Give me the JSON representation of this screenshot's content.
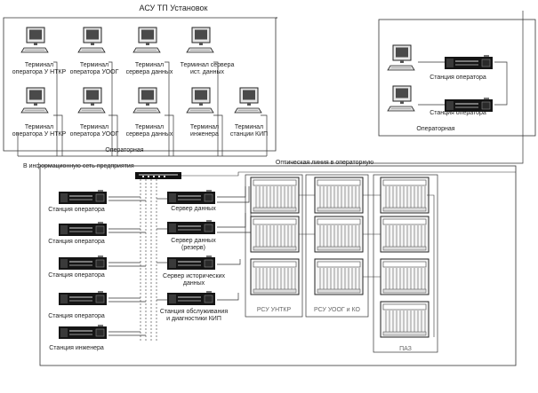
{
  "title": "АСУ ТП Установок",
  "terminals": [
    {
      "line1": "Терминал",
      "line2": "оператора У НТКР"
    },
    {
      "line1": "Терминал",
      "line2": "оператора УООГ"
    },
    {
      "line1": "Терминал",
      "line2": "сервера данных"
    },
    {
      "line1": "Терминал сервера",
      "line2": "ист. данных"
    },
    {
      "line1": "Терминал",
      "line2": "оператора У НТКР"
    },
    {
      "line1": "Терминал",
      "line2": "оператора УООГ"
    },
    {
      "line1": "Терминал",
      "line2": "сервера данных"
    },
    {
      "line1": "Терминал",
      "line2": "инженера"
    },
    {
      "line1": "Терминал",
      "line2": "станции КИП"
    }
  ],
  "operator_room_top": "Операторная",
  "remote_stations": [
    {
      "label": "Станция оператора"
    },
    {
      "label": "Станция оператора"
    }
  ],
  "remote_room": "Операторная",
  "network_label": "В информационную сеть предприятия",
  "optic_label": "Оптическая линия в операторную",
  "left_stations": [
    "Станция оператора",
    "Станция оператора",
    "Станция оператора",
    "Станция оператора",
    "Станция инженера"
  ],
  "servers": [
    {
      "line1": "Сервер данных",
      "line2": ""
    },
    {
      "line1": "Сервер данных",
      "line2": "(резерв)"
    },
    {
      "line1": "Сервер исторических",
      "line2": "данных"
    },
    {
      "line1": "Станция обслуживания",
      "line2": "и диагностики КИП"
    }
  ],
  "cabinets": [
    {
      "label": "РСУ УНТКР"
    },
    {
      "label": "РСУ УООГ и КО"
    },
    {
      "label": "ПАЗ"
    }
  ]
}
